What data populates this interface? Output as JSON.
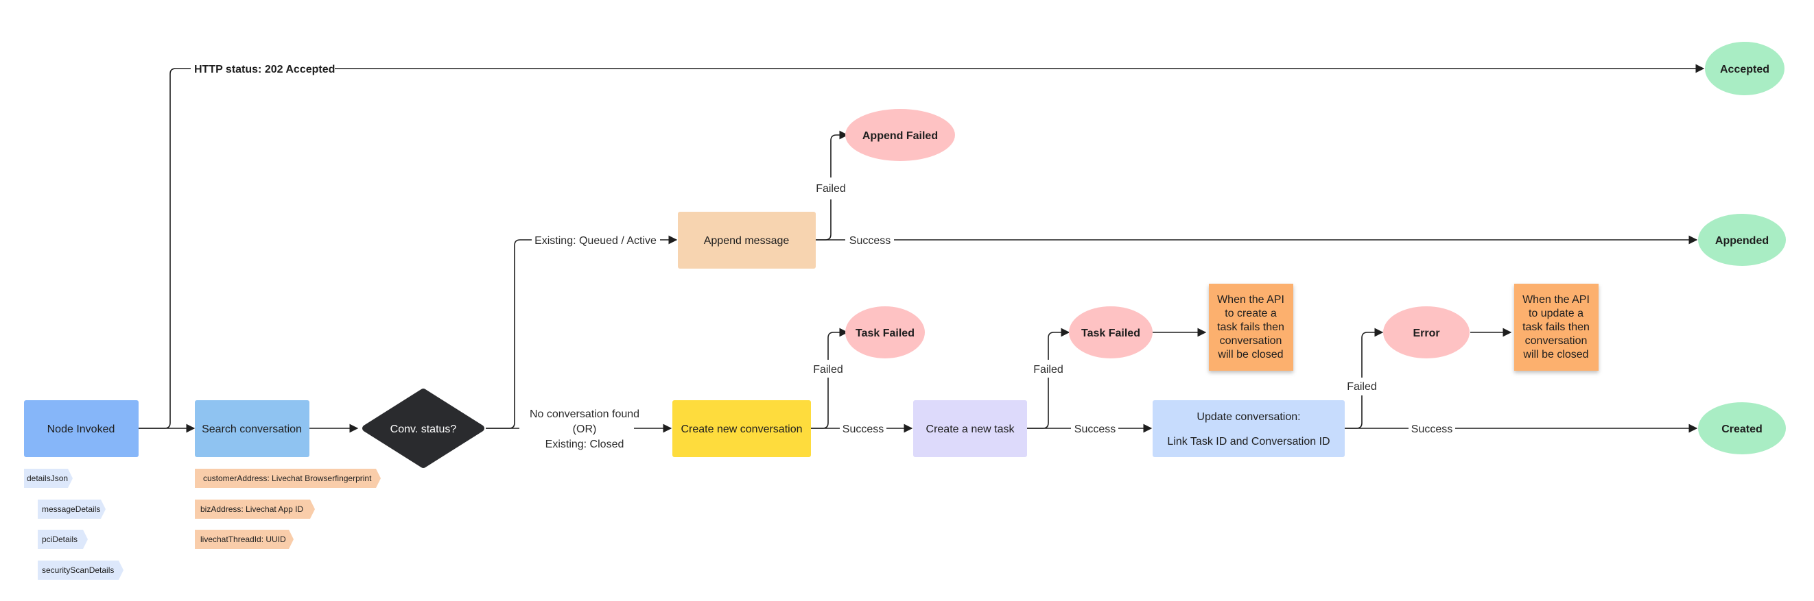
{
  "nodes": {
    "node_invoked": "Node Invoked",
    "search_conversation": "Search conversation",
    "conv_status": "Conv. status?",
    "append_message": "Append message",
    "create_new_conversation": "Create new conversation",
    "create_new_task": "Create a new task",
    "update_conversation_line1": "Update conversation:",
    "update_conversation_line2": "Link Task ID and Conversation ID"
  },
  "terminals": {
    "accepted": "Accepted",
    "appended": "Appended",
    "created": "Created",
    "append_failed": "Append Failed",
    "task_failed_1": "Task Failed",
    "task_failed_2": "Task Failed",
    "error": "Error"
  },
  "edge_labels": {
    "http_status": "HTTP status: 202 Accepted",
    "existing_queued_active": "Existing: Queued / Active",
    "no_conversation_1": "No conversation found",
    "no_conversation_2": "(OR)",
    "no_conversation_3": "Existing: Closed",
    "failed_append": "Failed",
    "success_append": "Success",
    "failed_create_conv": "Failed",
    "success_create_conv": "Success",
    "failed_create_task": "Failed",
    "success_create_task": "Success",
    "failed_update": "Failed",
    "success_update": "Success"
  },
  "notes": {
    "create_task_fail": [
      "When the API",
      "to create a",
      "task fails then",
      "conversation",
      "will be closed"
    ],
    "update_task_fail": [
      "When the API",
      "to update a",
      "task fails then",
      "conversation",
      "will be closed"
    ]
  },
  "tags": {
    "node_params": [
      "detailsJson",
      "messageDetails",
      "pciDetails",
      "securityScanDetails"
    ],
    "search_params": [
      "customerAddress: Livechat Browserfingerprint",
      "bizAddress: Livechat App ID",
      "livechatThreadId: UUID"
    ]
  },
  "colors": {
    "node_invoked": "#86b6f9",
    "search": "#8fc3f1",
    "diamond": "#2a2b2e",
    "append": "#f7d4b0",
    "create_conv": "#fedc3d",
    "create_task": "#dddafb",
    "update": "#c7dcfd",
    "terminal_success": "#a9edc4",
    "terminal_fail": "#fec2c3",
    "sticky": "#fcb06e",
    "tag_blue": "#dde8fb",
    "tag_orange": "#f9cdaa"
  }
}
